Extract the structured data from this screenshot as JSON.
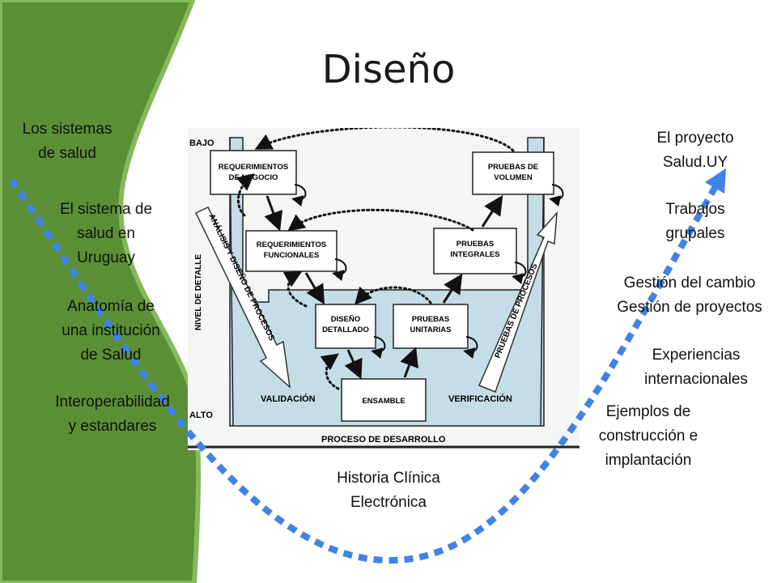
{
  "slide": {
    "title": "Diseño",
    "colors": {
      "green": "#5b8f35",
      "green_edge": "#86b85c",
      "dots": "#3f83e8",
      "panel": "#c4dde7"
    }
  },
  "left_topics": [
    "Los sistemas\nde salud",
    "El sistema de\nsalud en\nUruguay",
    "Anatomía de\nuna institución\nde Salud",
    "Interoperabilidad\ny estandares"
  ],
  "right_topics": [
    "El proyecto\nSalud.UY",
    "Trabajos\ngrupales",
    "Gestión del cambio\nGestión de proyectos",
    "Experiencias\ninternacionales",
    "Ejemplos de\nconstrucción e\nimplantación"
  ],
  "bottom_topic": "Historia Clínica\nElectrónica",
  "diagram": {
    "low_label": "BAJO",
    "high_label": "ALTO",
    "level_axis": "NIVEL DE DETALLE",
    "analysis_arrow": "ANÁLISIS Y DISEÑO DE PROCESOS",
    "testing_arrow": "PRUEBAS DE PROCESOS",
    "validation": "VALIDACIÓN",
    "verification": "VERIFICACIÓN",
    "process_axis": "PROCESO DE DESARROLLO",
    "boxes": {
      "business_req": "REQUERIMIENTOS\nDE NEGOCIO",
      "functional_req": "REQUERIMIENTOS\nFUNCIONALES",
      "detailed_design": "DISEÑO\nDETALLADO",
      "assembly": "ENSAMBLE",
      "unit_tests": "PRUEBAS\nUNITARIAS",
      "integration_tests": "PRUEBAS\nINTEGRALES",
      "volume_tests": "PRUEBAS DE\nVOLUMEN"
    }
  }
}
